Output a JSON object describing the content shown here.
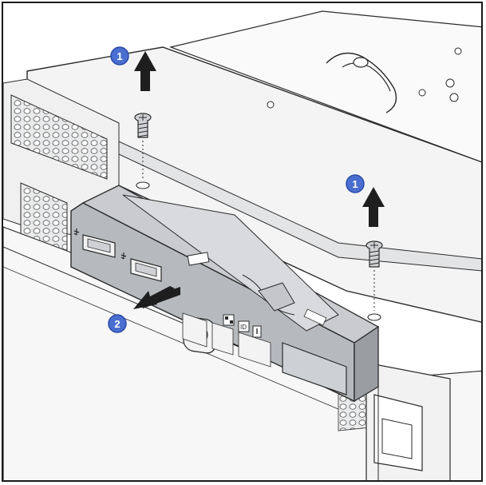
{
  "figure": {
    "callouts": [
      {
        "id": "screw-left",
        "label": "1"
      },
      {
        "id": "screw-right",
        "label": "1"
      },
      {
        "id": "slide-out",
        "label": "2"
      }
    ],
    "colors": {
      "callout_fill": "#4a6fd0",
      "callout_stroke": "#2a4aa8",
      "line": "#2b2b2b",
      "panel": "#b5b8bd",
      "chassis": "#d6d8db",
      "arrow": "#1e1e1e"
    },
    "icons": [
      "usb-icon",
      "usb-icon",
      "power-button-icon",
      "network-icon",
      "id-led-icon",
      "error-led-icon"
    ]
  }
}
